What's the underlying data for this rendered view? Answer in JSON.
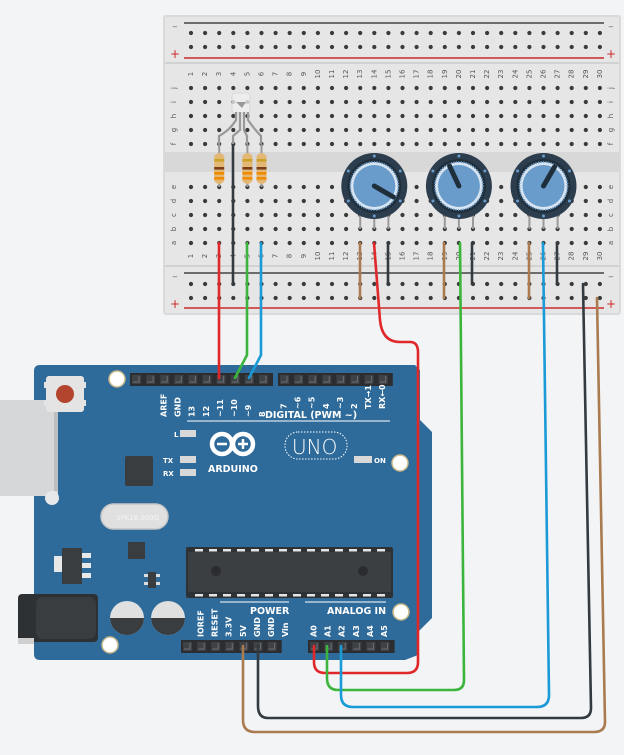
{
  "breadboard": {
    "rail_minus": "−",
    "rail_plus": "+",
    "rows_top": [
      "j",
      "i",
      "h",
      "g",
      "f"
    ],
    "rows_bottom": [
      "e",
      "d",
      "c",
      "b",
      "a"
    ],
    "columns": 30
  },
  "arduino": {
    "brand": "ARDUINO",
    "model": "UNO",
    "digital_header_label": "DIGITAL (PWM ~)",
    "digital_pins": [
      "AREF",
      "GND",
      "13",
      "12",
      "~11",
      "~10",
      "~9",
      "8",
      "7",
      "~6",
      "~5",
      "4",
      "~3",
      "2",
      "TX→1",
      "RX←0"
    ],
    "power_header_label": "POWER",
    "power_pins": [
      "IOREF",
      "RESET",
      "3.3V",
      "5V",
      "GND",
      "GND",
      "Vin"
    ],
    "analog_header_label": "ANALOG IN",
    "analog_pins": [
      "A0",
      "A1",
      "A2",
      "A3",
      "A4",
      "A5"
    ],
    "led_labels": {
      "l": "L",
      "tx": "TX",
      "rx": "RX",
      "on": "ON"
    },
    "crystal_label": "SPK16.000G"
  },
  "components": {
    "rgb_led": {
      "name": "RGB LED",
      "column": 4
    },
    "resistors": [
      {
        "column": 3
      },
      {
        "column": 5
      },
      {
        "column": 6
      }
    ],
    "potentiometers": [
      {
        "name": "pot-1",
        "columns": [
          13,
          14,
          15
        ],
        "knob_angle_deg": 120
      },
      {
        "name": "pot-2",
        "columns": [
          19,
          20,
          21
        ],
        "knob_angle_deg": -25
      },
      {
        "name": "pot-3",
        "columns": [
          25,
          26,
          27
        ],
        "knob_angle_deg": 30
      }
    ]
  },
  "wires": [
    {
      "name": "red-pin11",
      "color": "#e0282b"
    },
    {
      "name": "green-pin10",
      "color": "#3cb53c"
    },
    {
      "name": "blue-pin9",
      "color": "#1a9ad6"
    },
    {
      "name": "red-A0",
      "color": "#e0282b"
    },
    {
      "name": "green-A1",
      "color": "#3cb53c"
    },
    {
      "name": "blue-A2",
      "color": "#1a9ad6"
    },
    {
      "name": "black-gnd",
      "color": "#333a40"
    },
    {
      "name": "brown-5v",
      "color": "#a97b4f"
    }
  ],
  "colors": {
    "board_blue": "#2f6b9a",
    "breadboard": "#e3e3e3",
    "pot_knob": "#6a9ccb",
    "pot_body": "#2c3e4e"
  }
}
